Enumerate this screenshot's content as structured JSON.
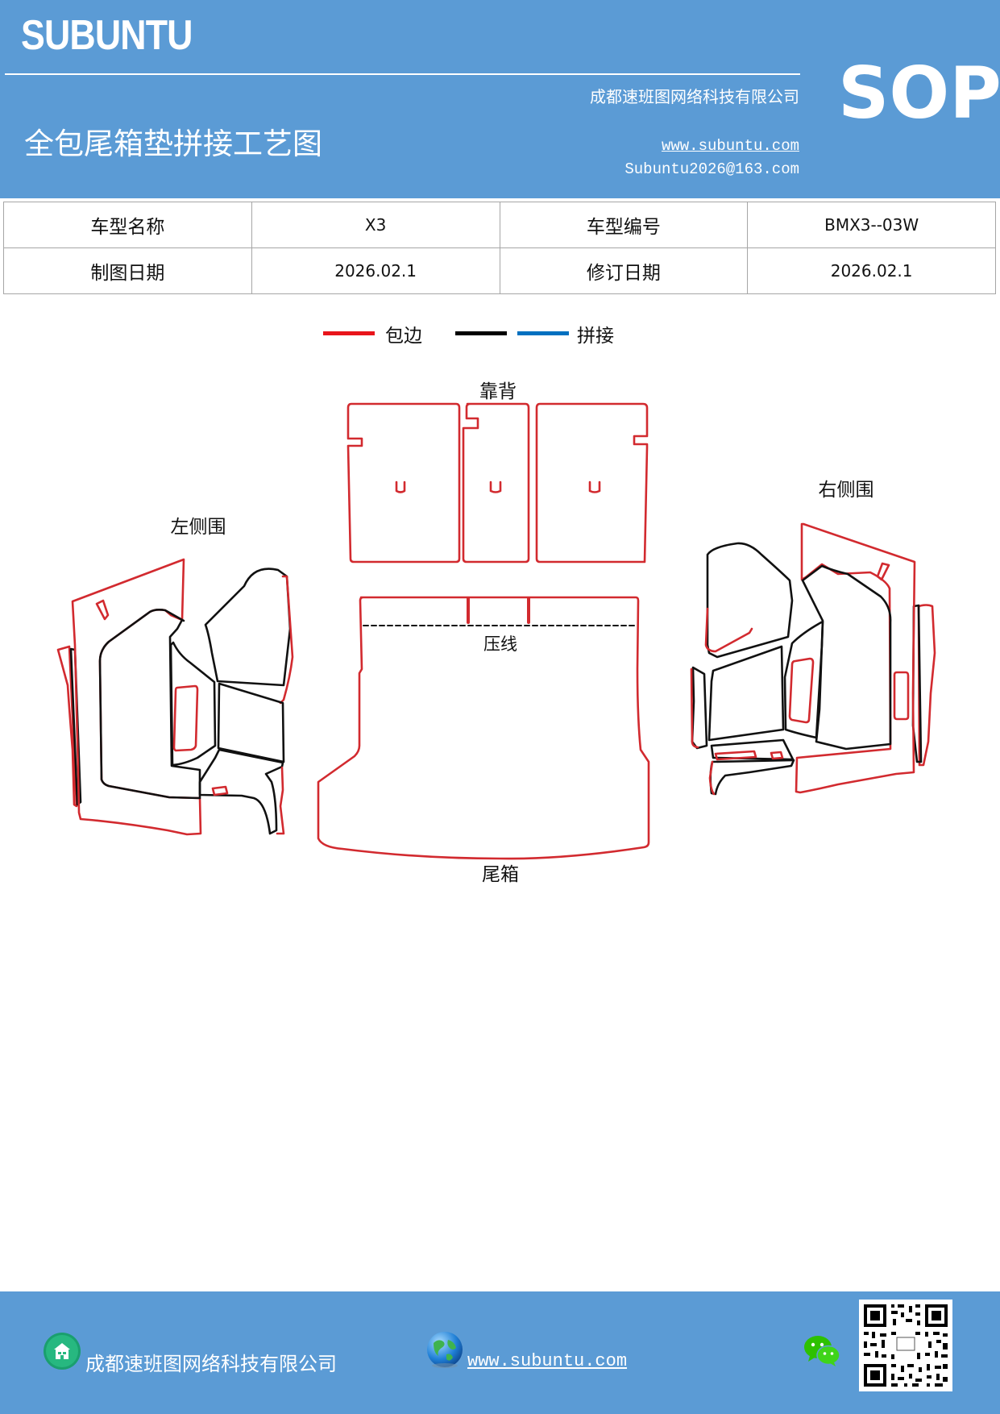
{
  "header": {
    "brand": "SUBUNTU",
    "company": "成都速班图网络科技有限公司",
    "title": "全包尾箱垫拼接工艺图",
    "website": "www.subuntu.com",
    "email": "Subuntu2026@163.com",
    "badge": "SOP"
  },
  "info_table": {
    "rows": [
      [
        {
          "label": "车型名称"
        },
        {
          "value": "X3"
        },
        {
          "label": "车型编号"
        },
        {
          "value": "BMX3--03W"
        }
      ],
      [
        {
          "label": "制图日期"
        },
        {
          "value": "2026.02.1"
        },
        {
          "label": "修订日期"
        },
        {
          "value": "2026.02.1"
        }
      ]
    ]
  },
  "legend": {
    "items": [
      {
        "label": "包边",
        "color": "#e8141b"
      },
      {
        "label": "",
        "color": "#000000"
      },
      {
        "label": "拼接",
        "color": "#0070c0"
      }
    ]
  },
  "diagram": {
    "labels": {
      "backrest": "靠背",
      "left_side": "左侧围",
      "right_side": "右侧围",
      "crease": "压线",
      "trunk": "尾箱"
    },
    "colors": {
      "edge": "#d22a2f",
      "seam": "#111111"
    }
  },
  "footer": {
    "company": "成都速班图网络科技有限公司",
    "website": "www.subuntu.com",
    "icons": [
      "building-icon",
      "globe-icon",
      "wechat-icon",
      "qr-code"
    ]
  }
}
